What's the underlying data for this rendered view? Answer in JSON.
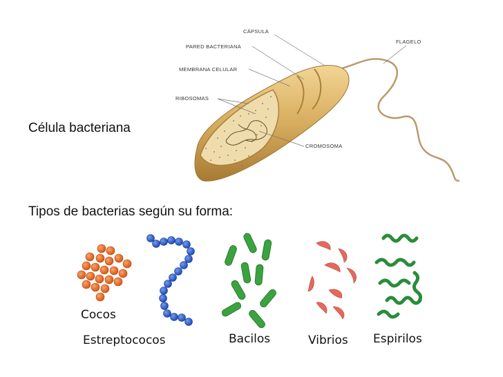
{
  "headings": {
    "cell": "Célula bacteriana",
    "types": "Tipos de bacterias según su forma:"
  },
  "cell_labels": {
    "capsula": "CÁPSULA",
    "pared": "PARED BACTERIANA",
    "membrana": "MEMBRANA CELULAR",
    "ribosomas": "RIBOSOMAS",
    "flagelo": "FLAGELO",
    "cromosoma": "CROMOSOMA"
  },
  "shape_labels": {
    "cocos": "Cocos",
    "estreptococos": "Estreptococos",
    "bacilos": "Bacilos",
    "vibrios": "Vibrios",
    "espirilos": "Espirilos"
  },
  "colors": {
    "cocos": "#e2661f",
    "estreptococos": "#2456c8",
    "bacilos": "#2f9a36",
    "vibrios": "#e46a5c",
    "espirilos": "#2a8c3a",
    "cell_body": "#d9b36a"
  }
}
